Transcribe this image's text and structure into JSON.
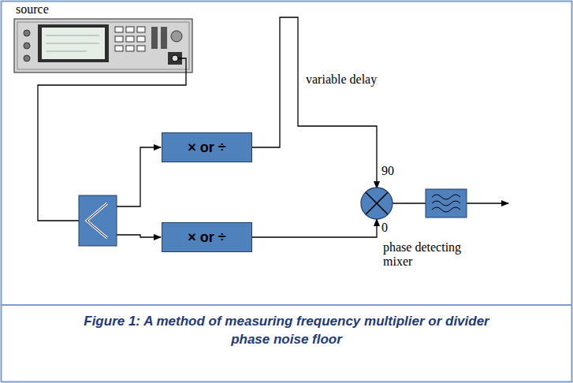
{
  "diagram": {
    "caption": "Figure 1: A method of measuring frequency multiplier or divider phase noise floor",
    "nodes": [
      {
        "text": [
          "× or ÷"
        ]
      },
      {
        "text": [
          "× or ÷"
        ]
      }
    ],
    "labels": [
      "source",
      "variable delay",
      "90",
      "0",
      "phase detecting mixer"
    ]
  }
}
